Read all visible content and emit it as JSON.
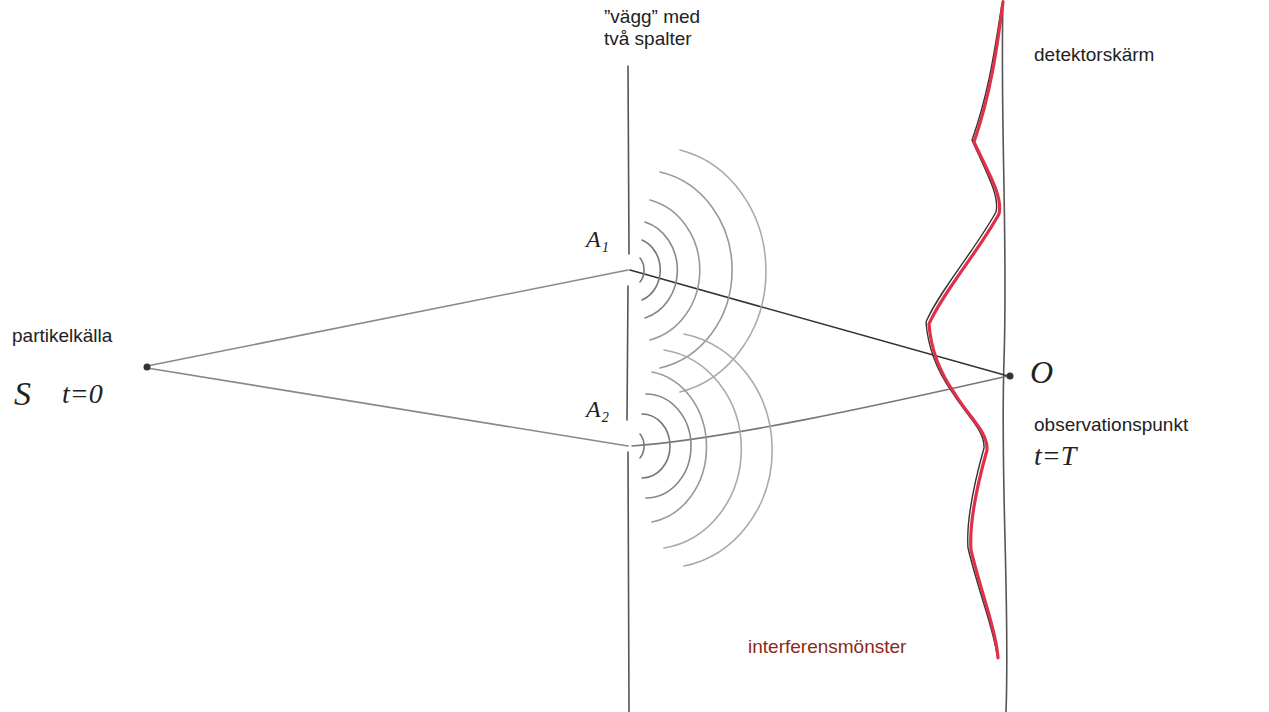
{
  "diagram": {
    "labels": [
      "”vägg” med två spalter",
      "detektorskärm",
      "partikelkälla",
      "S",
      "t=0",
      "A₁",
      "A₂",
      "O",
      "observationspunkt",
      "t=T",
      "interferensmönster"
    ]
  }
}
